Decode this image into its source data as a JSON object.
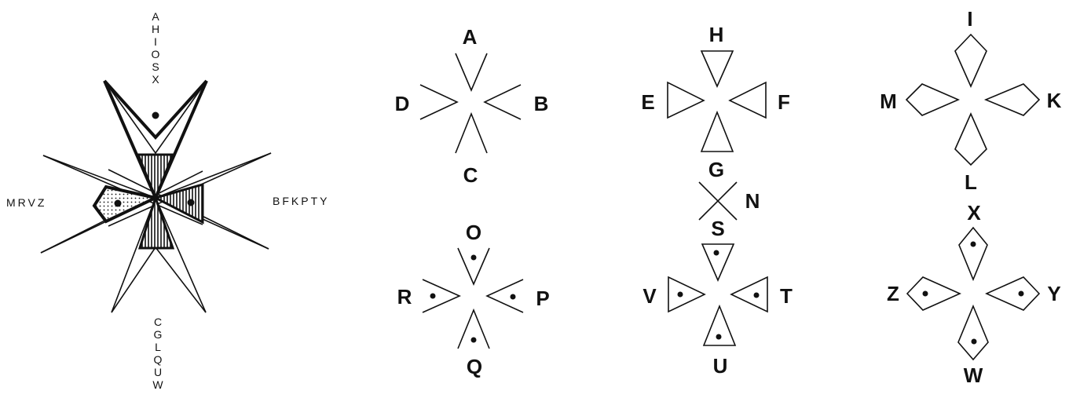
{
  "key": {
    "top": "AHIOSX",
    "left": "MRVZ",
    "right": "BFKPTY",
    "bottom": "CGLQUW"
  },
  "groups": {
    "g1_top": "A",
    "g1_left": "D",
    "g1_right": "B",
    "g1_bottom": "C",
    "g2_top": "O",
    "g2_left": "R",
    "g2_right": "P",
    "g2_bottom": "Q",
    "g3_top": "H",
    "g3_left": "E",
    "g3_right": "F",
    "g3_bottom": "G",
    "g3_n": "N",
    "g4_top": "S",
    "g4_left": "V",
    "g4_right": "T",
    "g4_bottom": "U",
    "g5_top": "I",
    "g5_left": "M",
    "g5_right": "K",
    "g5_bottom": "L",
    "g6_top": "X",
    "g6_left": "Z",
    "g6_right": "Y",
    "g6_bottom": "W"
  }
}
